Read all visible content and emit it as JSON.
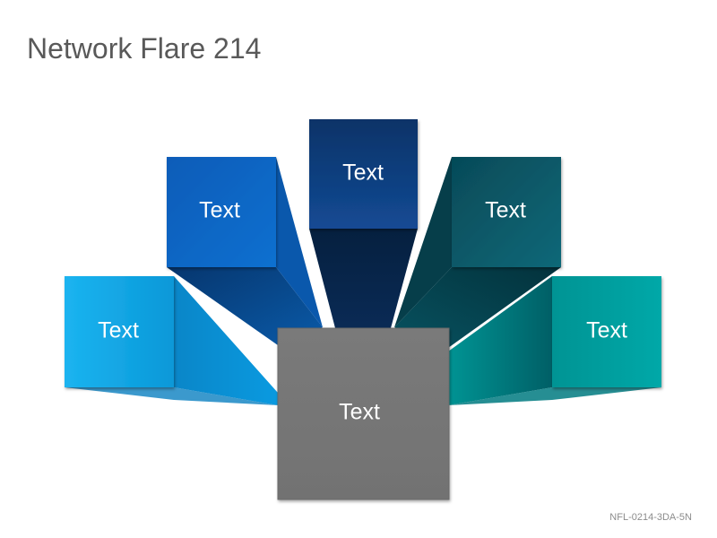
{
  "title": "Network Flare 214",
  "code": "NFL-0214-3DA-5N",
  "boxes": {
    "far_left": "Text",
    "mid_left": "Text",
    "top_center": "Text",
    "mid_right": "Text",
    "far_right": "Text",
    "hub": "Text"
  },
  "colors": {
    "far_left": "#0fa8e6",
    "mid_left": "#0a63c0",
    "top_center": "#0e3a78",
    "mid_right": "#075a68",
    "far_right": "#00a09f",
    "hub": "#7a7a7a"
  }
}
